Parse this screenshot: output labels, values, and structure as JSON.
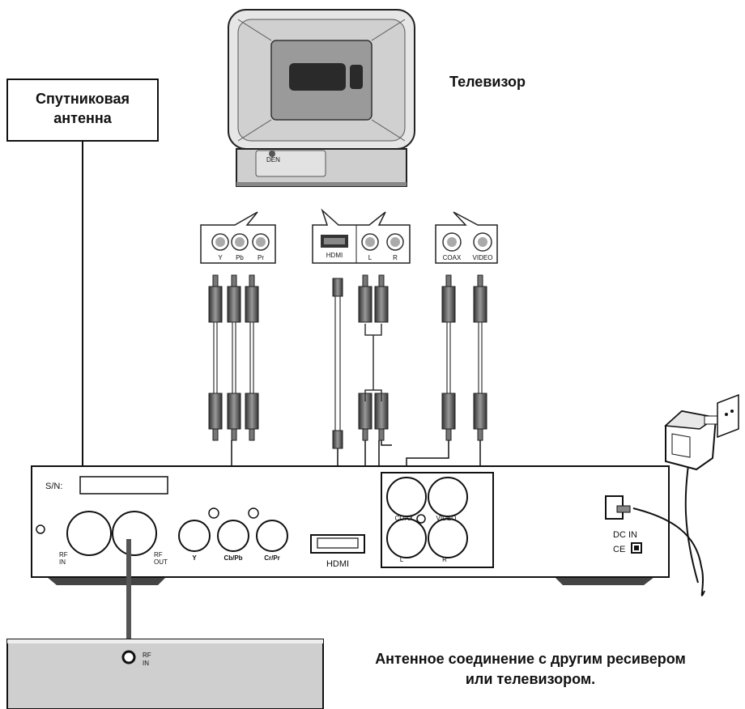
{
  "labels": {
    "satellite_antenna": [
      "Спутниковая",
      "антенна"
    ],
    "tv": "Телевизор",
    "caption": [
      "Антенное соединение с другим ресивером",
      "или телевизором."
    ]
  },
  "tv_bubble_component": [
    "Y",
    "Pb",
    "Pr"
  ],
  "tv_bubble_hdmi": "HDMI",
  "tv_bubble_audio": [
    "L",
    "R"
  ],
  "tv_bubble_video": [
    "COAX",
    "VIDEO"
  ],
  "receiver": {
    "sn_label": "S/N:",
    "rf_in": [
      "RF",
      "IN"
    ],
    "rf_out": [
      "RF",
      "OUT"
    ],
    "component_labels": [
      "Y",
      "Cb/Pb",
      "Cr/Pr"
    ],
    "hdmi": "HDMI",
    "coax": "COAX",
    "video": "VIDEO",
    "audio_l": "L",
    "audio_r": "R",
    "dc_in": "DC IN",
    "ce_mark": "CE"
  },
  "other_receiver": {
    "rf_in": [
      "RF",
      "IN"
    ]
  }
}
